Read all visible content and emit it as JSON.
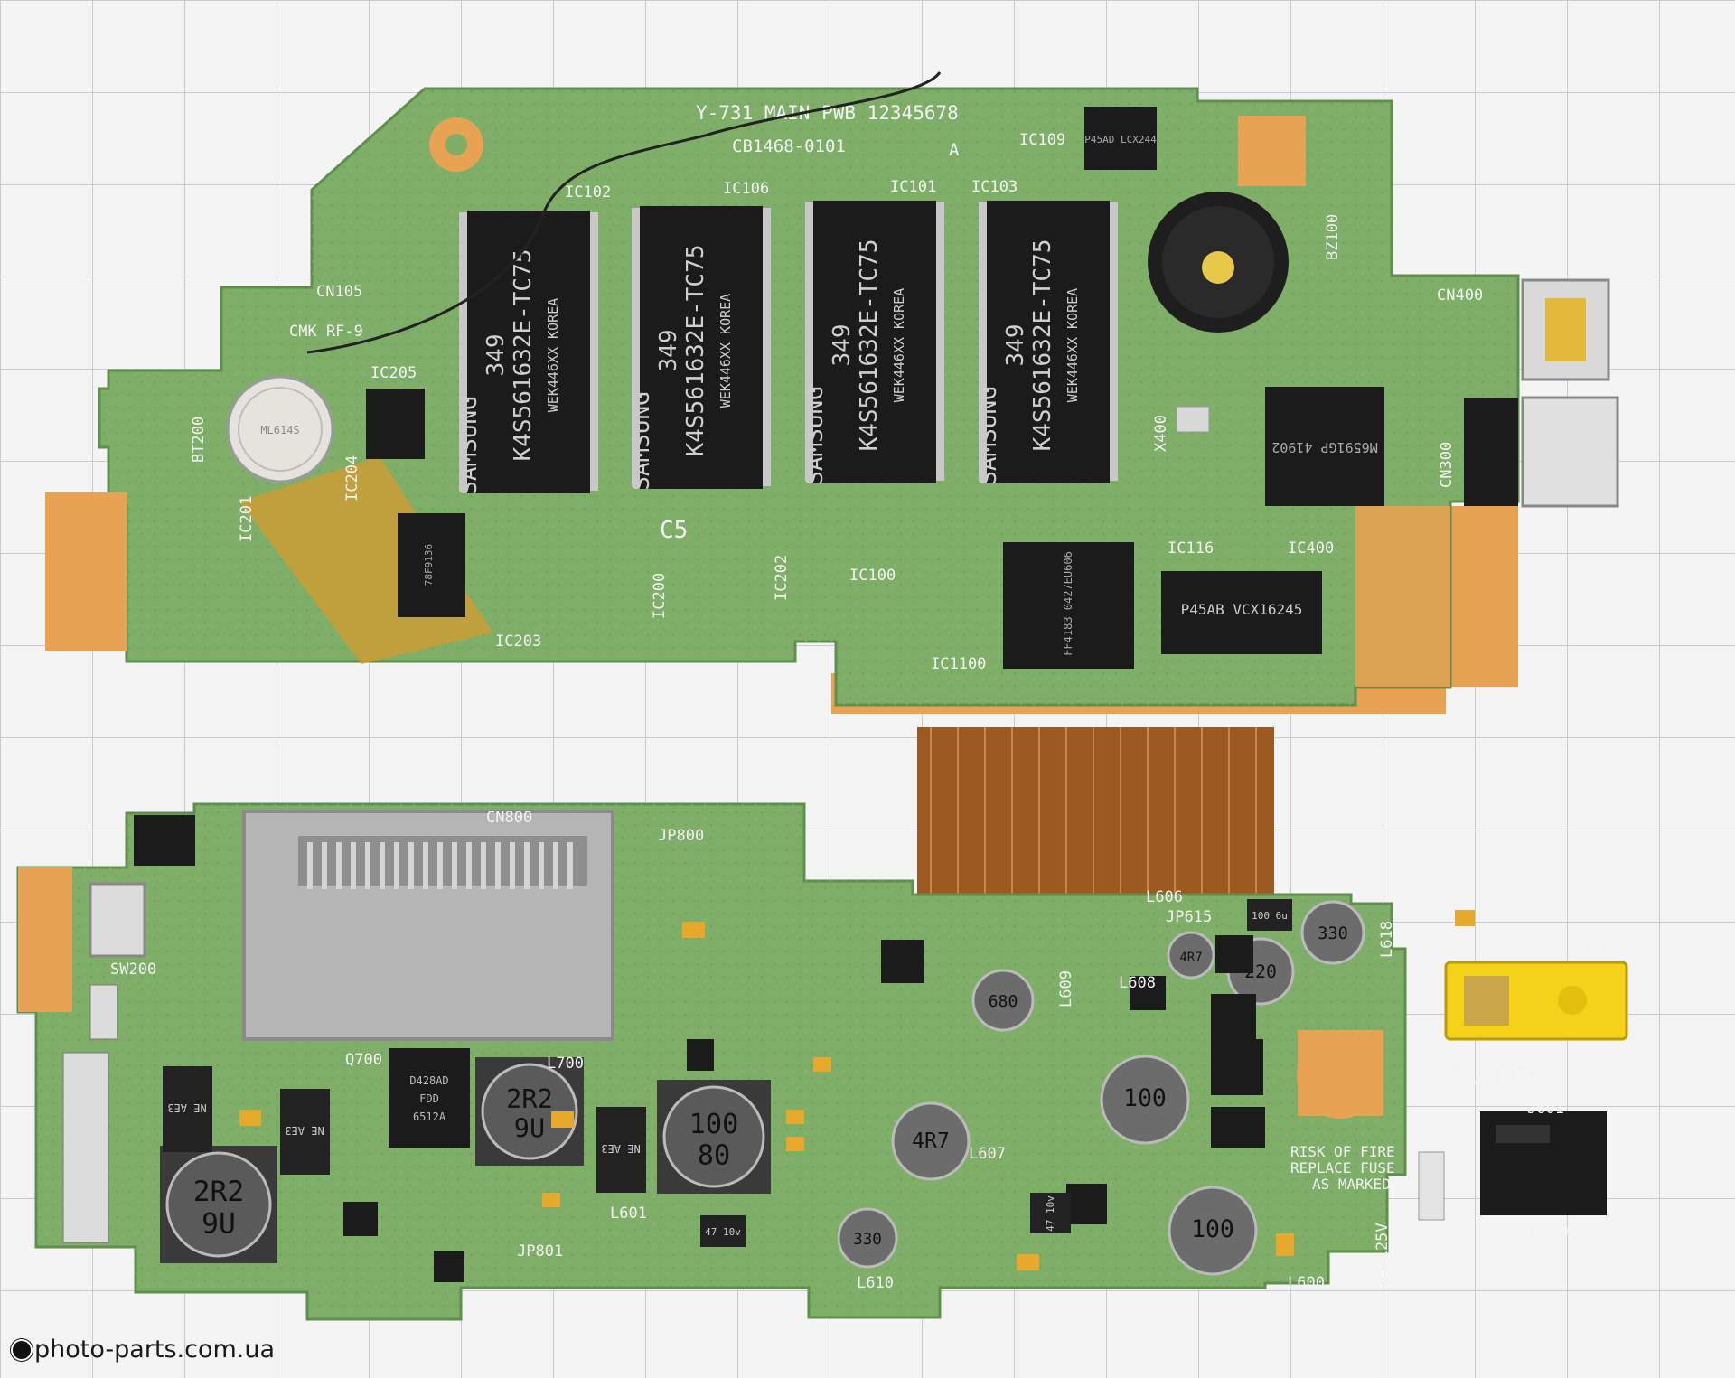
{
  "watermark": "photo-parts.com.ua",
  "colors": {
    "pcb": "#7fae68",
    "pcb_dark": "#5f8e4d",
    "gold": "#e8a253",
    "flex": "#b06f2c",
    "chip": "#1b1b1b",
    "silk": "#f2f2f2",
    "connector_yellow": "#f5d21a"
  },
  "top_board": {
    "title": "Y-731 MAIN PWB 12345678",
    "code": "CB1468-0101",
    "rev": "A",
    "ul_mark": "CMK RF-9",
    "mem_chips": [
      {
        "ref": "IC102",
        "line1": "349",
        "line2": "K4S561632E-TC75",
        "line3": "SAMSUNG",
        "line4": "WEK446XX KOREA"
      },
      {
        "ref": "IC106",
        "line1": "349",
        "line2": "K4S561632E-TC75",
        "line3": "SAMSUNG",
        "line4": "WEK446XX KOREA"
      },
      {
        "ref": "IC101",
        "line1": "349",
        "line2": "K4S561632E-TC75",
        "line3": "SAMSUNG",
        "line4": "WEK446XX KOREA"
      },
      {
        "ref": "IC103",
        "line1": "349",
        "line2": "K4S561632E-TC75",
        "line3": "SAMSUNG",
        "line4": "WEK446XX KOREA"
      }
    ],
    "labels": {
      "cn105": "CN105",
      "ic205": "IC205",
      "ic204": "IC204",
      "ic201": "IC201",
      "ic203": "IC203",
      "bt200": "BT200",
      "ic200": "IC200",
      "ic202": "IC202",
      "ic100": "IC100",
      "ic1100": "IC1100",
      "ic116": "IC116",
      "ic400": "IC400",
      "ic109": "IC109",
      "bz100": "BZ100",
      "cn400": "CN400",
      "cn300": "CN300",
      "x400": "X400",
      "c5": "C5"
    },
    "ic109_text": "P45AD LCX244",
    "ic204_text": "78F9136",
    "ic400_text": "M6591GP 41902",
    "ic1100_text": "FF4183 0427EU606",
    "ic116_text": "P45AB VCX16245",
    "battery_text": "ML614S"
  },
  "bottom_board": {
    "labels": {
      "cn800": "CN800",
      "jp800": "JP800",
      "sw200": "SW200",
      "q700": "Q700",
      "l700": "L700",
      "l601": "L601",
      "jp801": "JP801",
      "l606": "L606",
      "jp615": "JP615",
      "l618": "L618",
      "l609": "L609",
      "l608": "L608",
      "l607": "L607",
      "l610": "L610",
      "l600": "L600",
      "j100": "J100",
      "j601": "J601",
      "f601": "F601",
      "fb600": "FB600"
    },
    "fuse_rating": "5A 125V",
    "fuse_rating_vertical": "5A 125V",
    "warning": [
      "RISK OF FIRE",
      "REPLACE FUSE",
      "AS MARKED"
    ],
    "q700_text": [
      "D428AD",
      "FDD",
      "6512A"
    ],
    "inductors": [
      {
        "id": "l-left",
        "line1": "2R2",
        "line2": "9U"
      },
      {
        "id": "l700",
        "line1": "2R2",
        "line2": "9U"
      },
      {
        "id": "l601",
        "line1": "100",
        "line2": "80"
      },
      {
        "id": "l607",
        "line1": "4R7",
        "line2": ""
      },
      {
        "id": "l609",
        "line1": "680",
        "line2": ""
      },
      {
        "id": "l606a",
        "line1": "4R7",
        "line2": ""
      },
      {
        "id": "l606b",
        "line1": "220",
        "line2": ""
      },
      {
        "id": "l618",
        "line1": "330",
        "line2": ""
      },
      {
        "id": "l-mid",
        "line1": "100",
        "line2": ""
      },
      {
        "id": "l600",
        "line1": "100",
        "line2": ""
      },
      {
        "id": "l610",
        "line1": "330",
        "line2": ""
      }
    ],
    "diodes": [
      "NE AE3",
      "NE AE3",
      "NE AE3"
    ],
    "caps": [
      "47 10v",
      "100 6u",
      "47 10v"
    ]
  }
}
